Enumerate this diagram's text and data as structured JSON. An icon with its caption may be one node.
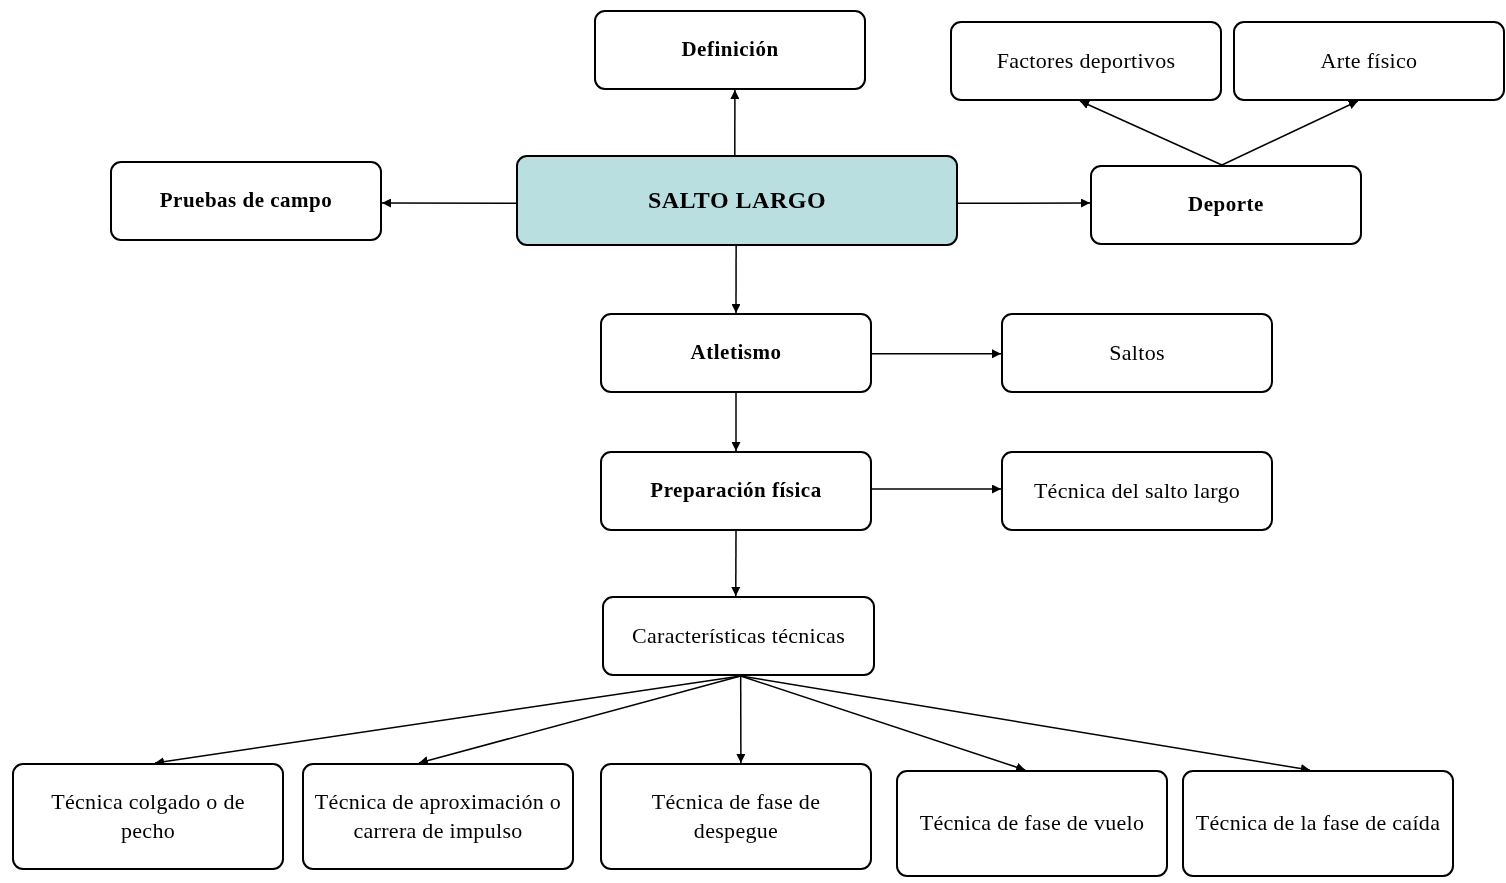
{
  "diagram": {
    "nodes": [
      {
        "text": [
          "Definición"
        ]
      },
      {
        "text": [
          "Factores deportivos"
        ]
      },
      {
        "text": [
          "Arte físico"
        ]
      },
      {
        "text": [
          "Pruebas de campo"
        ]
      },
      {
        "text": [
          "SALTO LARGO"
        ]
      },
      {
        "text": [
          "Deporte"
        ]
      },
      {
        "text": [
          "Atletismo"
        ]
      },
      {
        "text": [
          "Saltos"
        ]
      },
      {
        "text": [
          "Preparación física"
        ]
      },
      {
        "text": [
          "Técnica del salto largo"
        ]
      },
      {
        "text": [
          "Características técnicas"
        ]
      },
      {
        "text": [
          "Técnica colgado o de pecho"
        ]
      },
      {
        "text": [
          "Técnica de aproximación o carrera de impulso"
        ]
      },
      {
        "text": [
          "Técnica de fase de despegue"
        ]
      },
      {
        "text": [
          "Técnica de fase de vuelo"
        ]
      },
      {
        "text": [
          "Técnica de la fase de caída"
        ]
      }
    ],
    "edges": [
      {
        "from": 4,
        "to": 0,
        "arrow": "to"
      },
      {
        "from": 4,
        "to": 3,
        "arrow": "to"
      },
      {
        "from": 4,
        "to": 5,
        "arrow": "to"
      },
      {
        "from": 5,
        "to": 1,
        "arrow": "to"
      },
      {
        "from": 5,
        "to": 2,
        "arrow": "to"
      },
      {
        "from": 4,
        "to": 6,
        "arrow": "to"
      },
      {
        "from": 6,
        "to": 7,
        "arrow": "to"
      },
      {
        "from": 6,
        "to": 8,
        "arrow": "to"
      },
      {
        "from": 8,
        "to": 9,
        "arrow": "to"
      },
      {
        "from": 8,
        "to": 10,
        "arrow": "to"
      },
      {
        "from": 10,
        "to": 11,
        "arrow": "to"
      },
      {
        "from": 10,
        "to": 12,
        "arrow": "to"
      },
      {
        "from": 10,
        "to": 13,
        "arrow": "to"
      },
      {
        "from": 10,
        "to": 14,
        "arrow": "to"
      },
      {
        "from": 10,
        "to": 15,
        "arrow": "to"
      }
    ]
  }
}
